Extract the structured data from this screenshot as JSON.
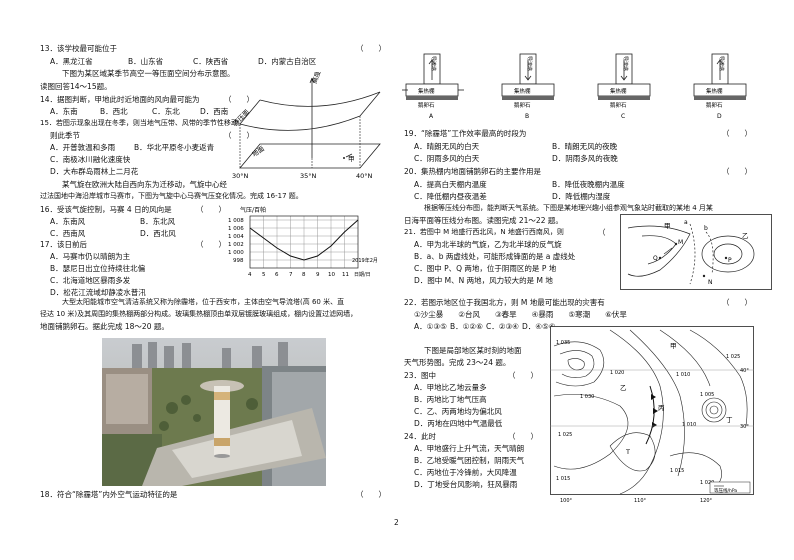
{
  "left": {
    "q13": {
      "stem": "13．该学校最可能位于",
      "paren": "（　　）",
      "opts": [
        "A．黑龙江省",
        "B．山东省",
        "C．陕西省",
        "D．内蒙古自治区"
      ]
    },
    "intro_14_15": "下图为某区域某季节高空一等压面空间分布示意图。",
    "intro_14_15b": "读图回答14～15题。",
    "q14": {
      "stem": "14．据图判断，甲地此时近地面的风向最可能为",
      "paren": "（　　）",
      "opts": [
        "A．东南",
        "B．西北",
        "C．东北",
        "D．西南"
      ]
    },
    "q15": {
      "stem": "15．若图示现象出现在冬季，则当地气压带、风带的季节性移动。",
      "line2": "则此季节",
      "paren": "（　　）",
      "opts": [
        "A．开普敦温和多雨",
        "B．华北平原冬小麦返青",
        "C．南极冰川融化速度快",
        "D．大布群岛雨林上二月花"
      ]
    },
    "fig1": {
      "high": "高度（km）",
      "iso": "等压面",
      "ground": "地面",
      "jia": "甲",
      "lat1": "30°N",
      "lat2": "35°N",
      "lat3": "40°N"
    },
    "intro_16": "某气旋在欧洲大陆自西向东为迁移动，气旋中心经",
    "intro_16b": "过法国地中海沿岸城市马赛市，下图为气旋中心马赛气压变化情况。完成 16-17 题。",
    "q16": {
      "stem": "16．受该气旋控制，马赛 4 日的风向是",
      "paren": "（　　）",
      "opts": [
        "A．东南风",
        "B．东北风",
        "C．西南风",
        "D．西北风"
      ]
    },
    "fig2": {
      "title": "气压/百帕",
      "y": [
        "1 008",
        "1 006",
        "1 004",
        "1 002",
        "1 000",
        "998"
      ],
      "x": [
        "4",
        "5",
        "6",
        "7",
        "8",
        "9",
        "10",
        "11"
      ],
      "note": "2019年2月",
      "xlab": "日期/日"
    },
    "q17": {
      "stem": "17．该日前后",
      "paren": "（　　）",
      "opts": [
        "A．马赛市仍以晴朗为主",
        "B．瑟尼日出立位持续往北偏",
        "C．北海道地区暴雨多发",
        "D．松花江流域却静凌水普汛"
      ]
    },
    "intro_18a": "大型太阳能城市空气清洁系统又称为除霾塔，位于西安市，主体由空气导流塔(高 60 米、直",
    "intro_18b": "径达 10 米)及其周围的集热棚两部分构成。玻璃集热棚顶由单双层镀膜玻璃组成，棚内设置过滤网墙，",
    "intro_18c": "地面铺鹅卵石。据此完成 18～20 题。",
    "q18": {
      "stem": "18．符合“除霾塔”内外空气运动特征的是",
      "paren": "（　　）"
    }
  },
  "right": {
    "towers": [
      {
        "top": "导流塔",
        "base": "集热棚",
        "ground": "鹅卵石",
        "letter": "A"
      },
      {
        "top": "导流塔",
        "base": "集热棚",
        "ground": "鹅卵石",
        "letter": "B"
      },
      {
        "top": "导流塔",
        "base": "集热棚",
        "ground": "鹅卵石",
        "letter": "C"
      },
      {
        "top": "导流塔",
        "base": "集热棚",
        "ground": "鹅卵石",
        "letter": "D"
      }
    ],
    "q19": {
      "stem": "19．“除霾塔”工作效率最高的时段为",
      "paren": "（　　）",
      "opts": [
        "A．晴朗无风的白天",
        "B．晴朗无风的夜晚",
        "C．阴雨多风的白天",
        "D．阴雨多风的夜晚"
      ]
    },
    "q20": {
      "stem": "20．集热棚内地面铺鹅卵石的主要作用是",
      "paren": "（　　）",
      "opts": [
        "A．提高白天棚内温度",
        "B．降低夜晚棚内温度",
        "C．降低棚内昼夜温差",
        "D．降低棚内湿度"
      ]
    },
    "intro_21a": "根据等压线分布图，能判断天气系统。下图是某地理兴趣小组参观气象站时截取的某地 4 月某",
    "intro_21b": "日海平面等压线分布图。读图完成 21～22 题。",
    "q21": {
      "stem": "21．若图中 M 地盛行西北风，N 地盛行西南风，则",
      "paren": "（　　）",
      "opts": [
        "A．甲为北半球的气旋，乙为北半球的反气旋",
        "B．a、b 两虚线处，可能形成锋面的是 a 虚线处",
        "C．图中 P、Q 两地，位于阴雨区的是 P 地",
        "D．图中 M、N 两地，风力较大的是 M 地"
      ]
    },
    "fig3": {
      "jia": "甲",
      "yi": "乙",
      "a": "a",
      "b": "b",
      "M": "M",
      "N": "N",
      "P": "P",
      "Q": "Q"
    },
    "q22": {
      "stem": "22．若图示地区位于我国北方，则 M 地最可能出现的灾害有",
      "paren": "（　　）",
      "opts": "①沙尘暴　　②台风　　③春旱　　④暴雨　　⑤寒潮　　⑥伏旱",
      "opts2": [
        "A．①③⑤",
        "B．①②⑥",
        "C．②③④",
        "D．④⑤⑥"
      ]
    },
    "intro_23a": "下图是局部地区某时刻的地面",
    "intro_23b": "天气形势图。完成 23～24 题。",
    "q23": {
      "stem": "23．图中",
      "paren": "（　　）",
      "opts": [
        "A．甲地比乙地云量多",
        "B．丙地比丁地气压高",
        "C．乙、丙两地均为偏北风",
        "D．丙地在四地中气温最低"
      ]
    },
    "q24": {
      "stem": "24．此时",
      "paren": "（　　）",
      "opts": [
        "A．甲地盛行上升气流，天气晴朗",
        "B．乙地受暖气团控制，阴雨天气",
        "C．丙地位于冷锋前，大风降温",
        "D．丁地受台风影响，狂风暴雨"
      ]
    },
    "fig4": {
      "lon": [
        "100°",
        "110°",
        "120°"
      ],
      "lat": [
        "40°",
        "30°"
      ],
      "legend": "等压线/hPa",
      "jia": "甲",
      "yi": "乙",
      "bing": "丙",
      "ding": "丁",
      "T": "T",
      "isobars": [
        "1 035",
        "1 030",
        "1 025",
        "1 020",
        "1 015",
        "1 010",
        "1 005",
        "1 010",
        "1 015",
        "1 020",
        "1 025"
      ]
    }
  },
  "page_number": "2"
}
